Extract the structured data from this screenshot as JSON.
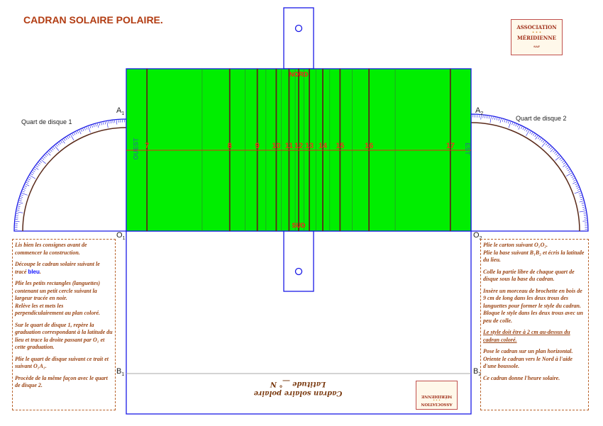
{
  "title": "CADRAN SOLAIRE POLAIRE.",
  "colors": {
    "outline": "#1a1ae6",
    "dial": "#00ee00",
    "hour_line": "#5a2a1a",
    "noon_line": "#e03010",
    "text_brown": "#9a4312"
  },
  "dial": {
    "north": "NORD",
    "south": "SUD",
    "west": "OUEST",
    "east": "EST",
    "hours": [
      {
        "label": "7",
        "pos": 0.06
      },
      {
        "label": "8",
        "pos": 0.3
      },
      {
        "label": "9",
        "pos": 0.38
      },
      {
        "label": "10",
        "pos": 0.435
      },
      {
        "label": "11",
        "pos": 0.472
      },
      {
        "label": "12",
        "pos": 0.5
      },
      {
        "label": "13",
        "pos": 0.531
      },
      {
        "label": "14",
        "pos": 0.57
      },
      {
        "label": "15",
        "pos": 0.62
      },
      {
        "label": "16",
        "pos": 0.704
      },
      {
        "label": "17",
        "pos": 0.94
      }
    ],
    "minor_lines": [
      0.22,
      0.345,
      0.405,
      0.45,
      0.49,
      0.515,
      0.55,
      0.59,
      0.655,
      0.78
    ]
  },
  "points": {
    "a1": "A",
    "a2": "A",
    "o1": "O",
    "o2": "O",
    "b1": "B",
    "b2": "B",
    "s1": "1",
    "s2": "2"
  },
  "quarter_disks": {
    "left": "Quart de disque 1",
    "right": "Quart de disque 2"
  },
  "logo": {
    "line1": "ASSOCIATION",
    "line2": "MÉRIDIENNE",
    "mid": "• • •",
    "small": "SAF"
  },
  "base": {
    "line1": "Cadran solaire polaire",
    "line2": "Latitude __° N"
  },
  "left_instructions": {
    "p1": "Lis bien les consignes avant de commencer la construction.",
    "p2a": "Découpe le cadran solaire suivant le tracé ",
    "p2b": "bleu",
    "p3": "Plie les petits rectangles (languettes) contenant un petit cercle suivant la largeur tracée en noir.\nRelève les et mets les perpendiculairement au plan coloré.",
    "p4": "Sur le quart de disque 1, repère la graduation correspondant à la latitude du lieu et trace la droite passant par O₁ et cette graduation.",
    "p5": "Plie le quart de disque suivant ce trait et suivant O₁A₁.",
    "p6": "Procède de la même façon avec le  quart de disque 2."
  },
  "right_instructions": {
    "p1": "Plie le carton suivant O₁O₂.\nPlie la base suivant B₁B₂ et écris la latitude du lieu.",
    "p2": "Colle la partie libre de chaque quart de disque sous la base du cadran.",
    "p3": "Insère un morceau de brochette en bois de 9 cm de long dans les deux trous des languettes pour former le style du cadran.\nBloque le style dans les deux trous avec un peu de colle.",
    "p4": "Le style doit être à 2 cm au-dessus du cadran coloré.",
    "p5": "Pose le cadran sur un plan horizontal.\nOriente le cadran vers le Nord à l'aide d'une boussole.",
    "p6": "Ce cadran donne l'heure solaire."
  }
}
